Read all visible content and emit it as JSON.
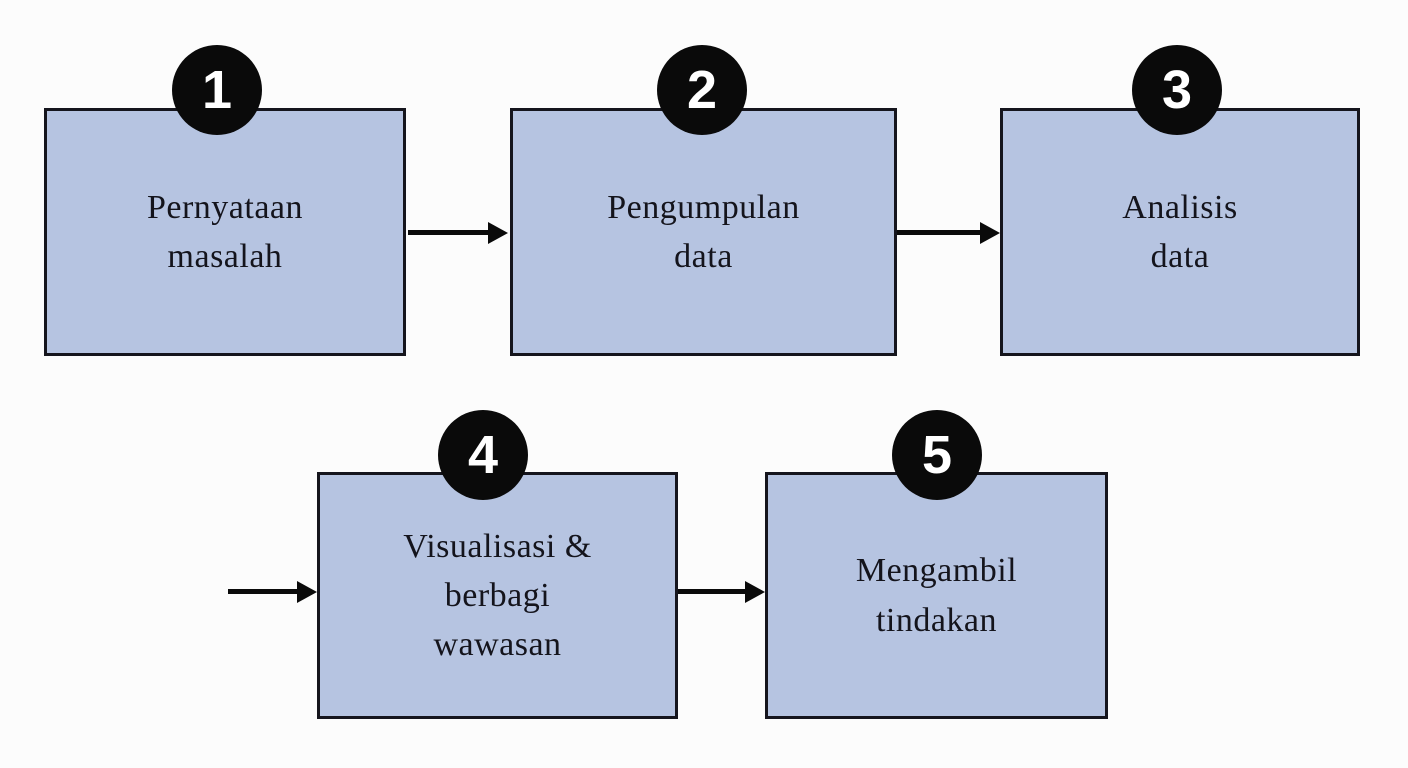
{
  "diagram": {
    "type": "flowchart",
    "language": "Indonesian",
    "topic": "Data analysis process steps",
    "steps": [
      {
        "number": "1",
        "label": "Pernyataan\nmasalah"
      },
      {
        "number": "2",
        "label": "Pengumpulan\ndata"
      },
      {
        "number": "3",
        "label": "Analisis\ndata"
      },
      {
        "number": "4",
        "label": "Visualisasi &\nberbagi\nwawasan"
      },
      {
        "number": "5",
        "label": "Mengambil\ntindakan"
      }
    ],
    "connections": [
      {
        "from": "1",
        "to": "2"
      },
      {
        "from": "2",
        "to": "3"
      },
      {
        "from": "",
        "to": "4"
      },
      {
        "from": "4",
        "to": "5"
      }
    ]
  },
  "colors": {
    "background": "#fcfcfc",
    "box_fill": "#b6c4e1",
    "box_border": "#15151d",
    "box_text": "#14141c",
    "badge_background": "#0a0a0a",
    "badge_text": "#ffffff",
    "arrow": "#0a0a0a"
  }
}
